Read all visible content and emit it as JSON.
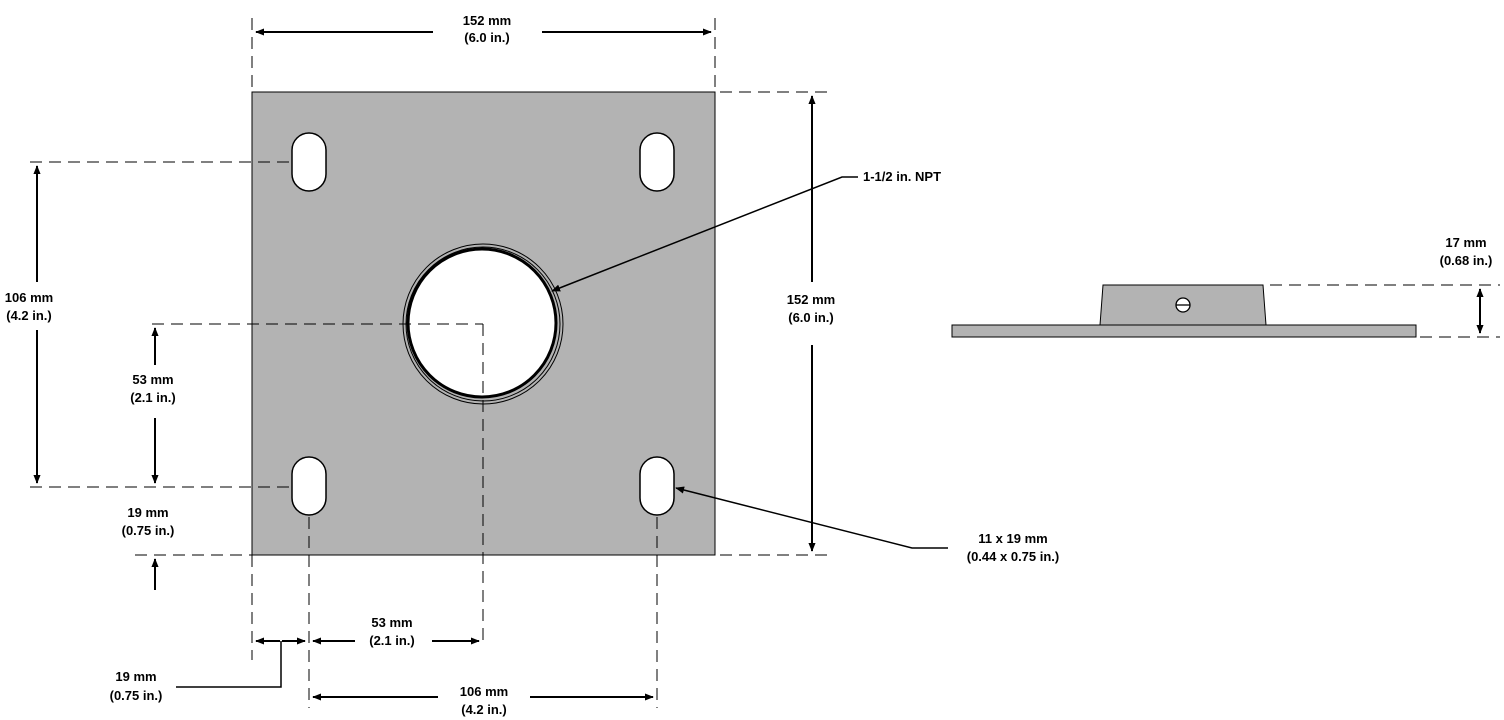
{
  "colors": {
    "plate": "#b3b3b3",
    "outline": "#000000",
    "hole": "#ffffff",
    "background": "#ffffff"
  },
  "dimensions": {
    "top_width": {
      "metric": "152 mm",
      "imperial": "(6.0 in.)"
    },
    "right_height": {
      "metric": "152 mm",
      "imperial": "(6.0 in.)"
    },
    "left_slot_span": {
      "metric": "106 mm",
      "imperial": "(4.2 in.)"
    },
    "center_offset_vertical": {
      "metric": "53 mm",
      "imperial": "(2.1 in.)"
    },
    "slot_edge_offset_vertical": {
      "metric": "19 mm",
      "imperial": "(0.75 in.)"
    },
    "center_offset_horizontal": {
      "metric": "53 mm",
      "imperial": "(2.1 in.)"
    },
    "slot_edge_offset_horizontal": {
      "metric": "19 mm",
      "imperial": "(0.75 in.)"
    },
    "bottom_slot_span": {
      "metric": "106 mm",
      "imperial": "(4.2 in.)"
    },
    "side_height": {
      "metric": "17 mm",
      "imperial": "(0.68 in.)"
    }
  },
  "callouts": {
    "center_thread": {
      "label": "1-1/2 in. NPT"
    },
    "slot_size": {
      "metric": "11 x 19 mm",
      "imperial": "(0.44 x 0.75 in.)"
    }
  }
}
